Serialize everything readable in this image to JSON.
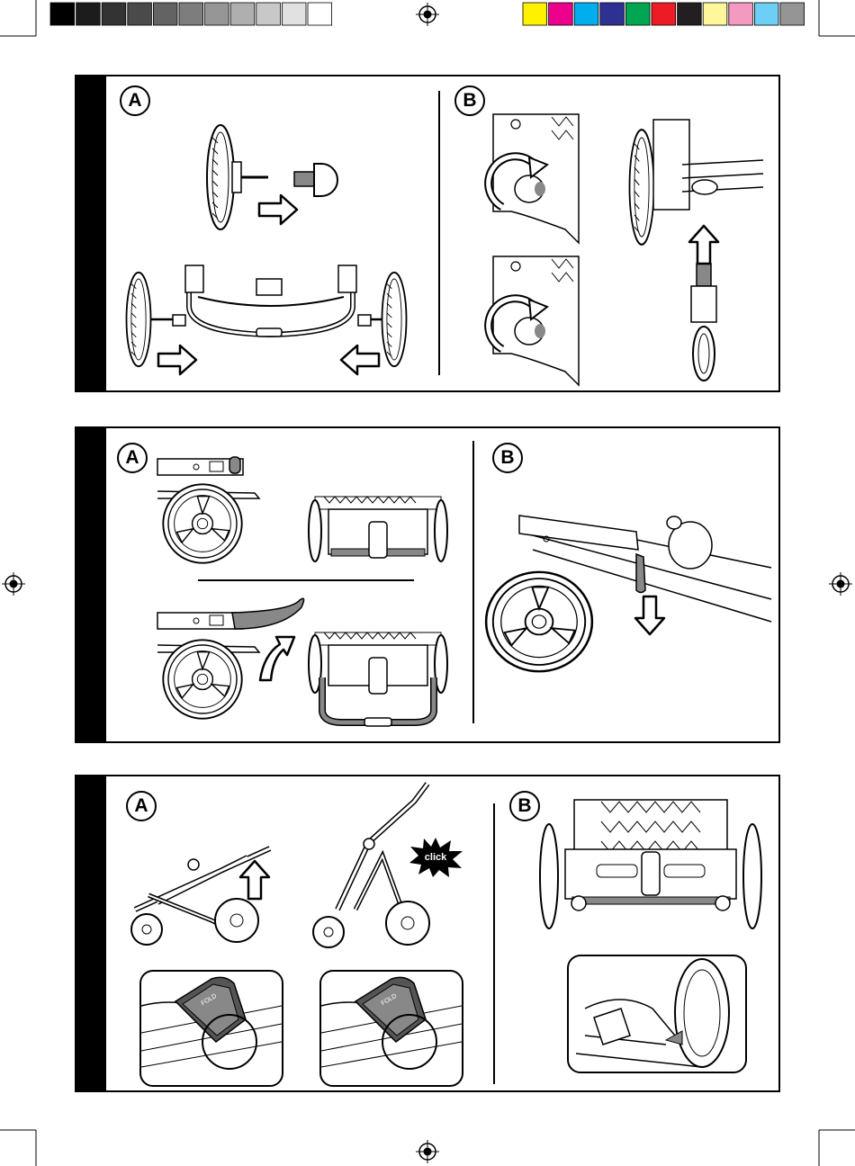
{
  "colorbars": {
    "grays": [
      "#000000",
      "#1c1c1c",
      "#333333",
      "#4a4a4a",
      "#636363",
      "#7d7d7d",
      "#969696",
      "#afafaf",
      "#c8c8c8",
      "#e1e1e1",
      "#ffffff"
    ],
    "process": [
      "#fff200",
      "#ec008c",
      "#00aeef",
      "#2e3192",
      "#00a651",
      "#ed1c24",
      "#231f20",
      "#fff799",
      "#f49ac1",
      "#6dcff6",
      "#959595"
    ]
  },
  "panels": [
    {
      "steps": {
        "left": "A",
        "right": "B"
      }
    },
    {
      "steps": {
        "left": "A",
        "right": "B"
      }
    },
    {
      "steps": {
        "left": "A",
        "right": "B"
      }
    }
  ],
  "labels": {
    "click": "click",
    "fold_left": "FOLD",
    "fold_right": "FOLD"
  },
  "colors": {
    "ink": "#000000",
    "tint": "#888888",
    "panel_spine": "#000000"
  }
}
